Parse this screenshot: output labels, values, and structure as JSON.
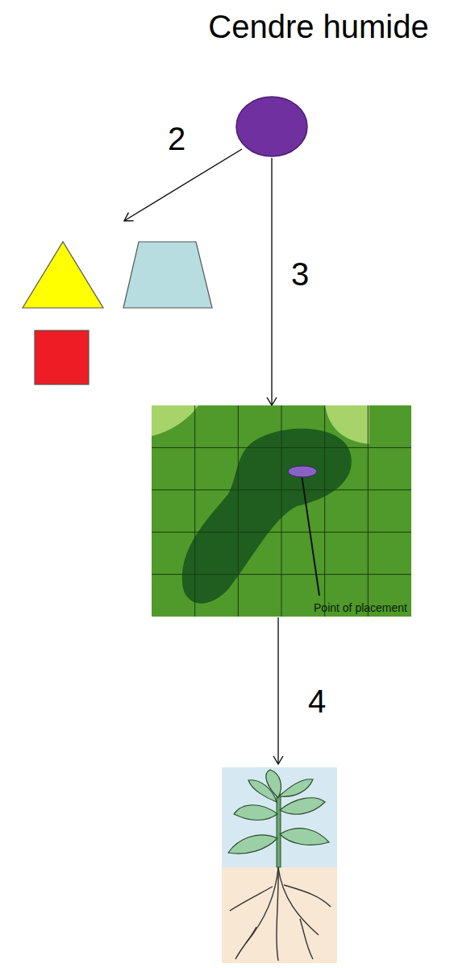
{
  "diagram": {
    "nodes": [
      {
        "text": [
          "Cendre humide"
        ]
      },
      {
        "text": [
          "Point of placement"
        ]
      }
    ],
    "edges": [
      {
        "from": 0,
        "to": 1,
        "arrow": "to",
        "label": "3"
      }
    ],
    "labels": [
      "2",
      "4"
    ]
  }
}
